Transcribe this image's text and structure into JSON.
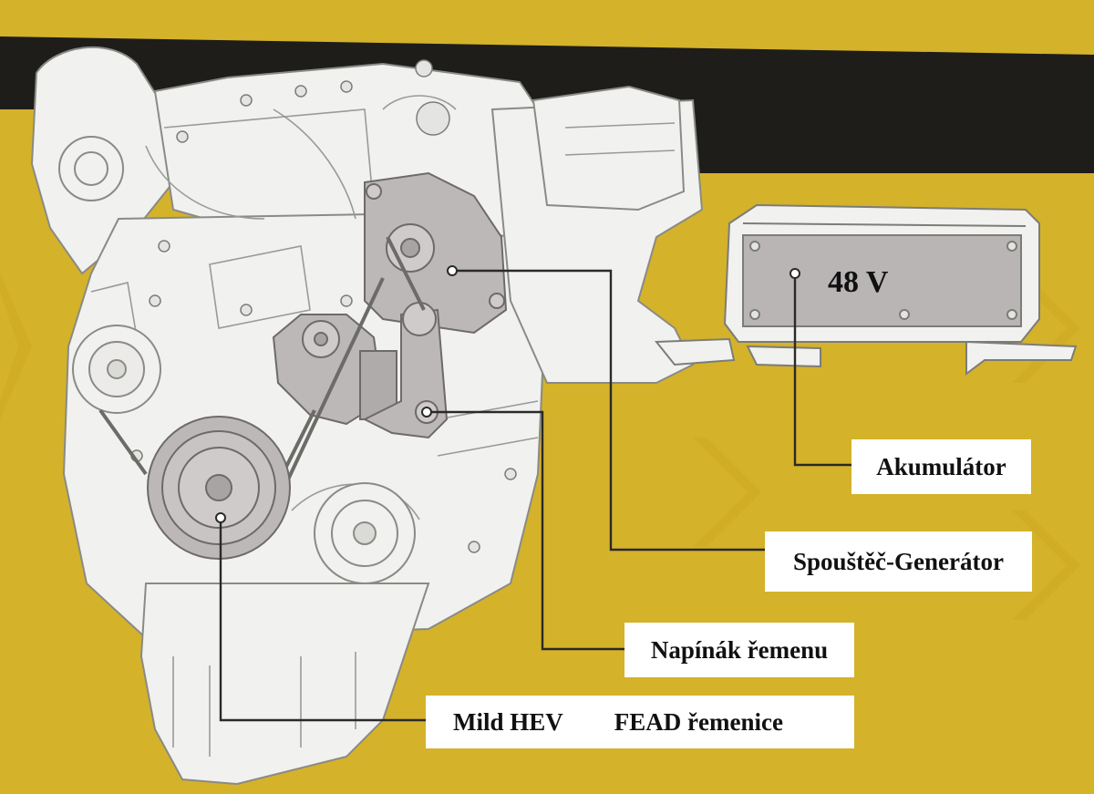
{
  "colors": {
    "background": "#d4b22a",
    "stripe": "#1e1d1a",
    "engine_fill": "#f1f1ef",
    "engine_line": "#8a8a86",
    "component_fill": "#bdb8b8",
    "leader_line": "#2a2a28",
    "label_bg": "#ffffff"
  },
  "battery": {
    "voltage": "48 V"
  },
  "labels": {
    "akumulator": "Akumulátor",
    "spoustec_generator": "Spouštěč-Generátor",
    "napinak_remenu": "Napínák řemenu",
    "mild_hev": "Mild HEV",
    "fead_remenice": "FEAD řemenice"
  }
}
